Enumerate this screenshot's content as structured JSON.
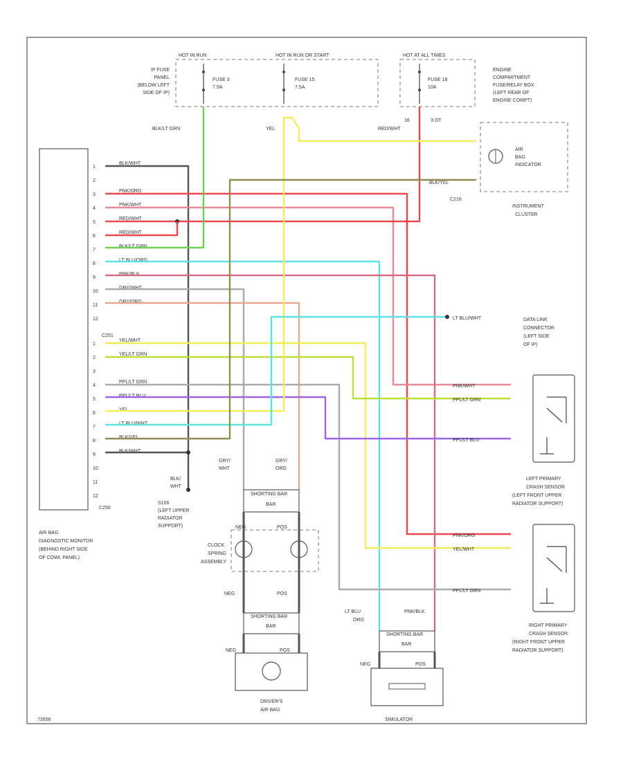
{
  "header": {
    "hot_in_run": "HOT IN RUN",
    "hot_in_run_start": "HOT IN RUN OR START",
    "hot_at_all_times": "HOT AT ALL TIMES"
  },
  "fuses": {
    "fuse3_name": "FUSE 3",
    "fuse3_amp": "7.5A",
    "fuse15_name": "FUSE 15",
    "fuse15_amp": "7.5A",
    "fuse18_name": "FUSE 18",
    "fuse18_amp": "10A"
  },
  "labels": {
    "ip_fuse_panel": [
      "IP FUSE",
      "PANEL",
      "(BELOW LEFT",
      "SIDE OF IP)"
    ],
    "engine_fuse_box": [
      "ENGINE",
      "COMPARTMENT",
      "FUSE/RELAY BOX",
      "(LEFT REAR OF",
      "ENGINE COMPT)"
    ],
    "air_bag_indicator": [
      "AIR",
      "BAG",
      "INDICATOR"
    ],
    "instrument_cluster": [
      "INSTRUMENT",
      "CLUSTER"
    ],
    "c216": "C216",
    "c251": "C251",
    "c250": "C250",
    "blk_lt_grn": "BLK/LT GRN",
    "yel": "YEL",
    "red_wht": "RED/WHT",
    "num_16": "16",
    "num_3_ot": "3 OT",
    "data_link": [
      "DATA LINK",
      "CONNECTOR",
      "(LEFT SIDE",
      "OF IP)"
    ],
    "lt_blu_wht": "LT BLU/WHT",
    "left_sensor": [
      "LEFT PRIMARY",
      "CRASH SENSOR",
      "(LEFT FRONT UPPER",
      "RADIATOR SUPPORT)"
    ],
    "right_sensor": [
      "RIGHT PRIMARY",
      "CRASH SENSOR",
      "(RIGHT FRONT UPPER",
      "RADIATOR SUPPORT)"
    ],
    "monitor": [
      "AIR BAG",
      "DIAGNOSTIC MONITOR",
      "(BEHIND RIGHT SIDE",
      "OF COWL PANEL)"
    ],
    "s106": [
      "S106",
      "(LEFT UPPER",
      "RADIATOR",
      "SUPPORT)"
    ],
    "blk_wht": [
      "BLK/",
      "WHT"
    ],
    "gry_wht": [
      "GRY/",
      "WHT"
    ],
    "gry_org": [
      "GRY/",
      "ORG"
    ],
    "clock_spring": [
      "CLOCK",
      "SPRING",
      "ASSEMBLY"
    ],
    "shorting_bar": "SHORTING BAR",
    "bar": "BAR",
    "ltblu_org": [
      "LT BLU",
      "ORG"
    ],
    "pnk_blk": "PNK/BLK",
    "drivers_airbag": [
      "DRIVER'S",
      "AIR BAG"
    ],
    "simulator": "SIMULATOR",
    "neg": "NEG",
    "pos": "POS",
    "footer_code": "72656"
  },
  "monitor_pins": {
    "c250_pins": [
      "1",
      "2",
      "3",
      "4",
      "5",
      "6",
      "7",
      "8",
      "9",
      "10",
      "11",
      "12"
    ],
    "c250_colors": [
      "BLK/WHT",
      "",
      "PNK/ORG",
      "PNK/WHT",
      "RED/WHT",
      "RED/WHT",
      "BLK/LT GRN",
      "LT BLU/ORG",
      "PNK/BLK",
      "GRY/WHT",
      "GRY/ORG",
      ""
    ],
    "c251_pins": [
      "1",
      "2",
      "3",
      "4",
      "5",
      "6",
      "7",
      "8",
      "9",
      "10",
      "11",
      "12"
    ],
    "c251_colors": [
      "YEL/WHT",
      "YEL/LT GRN",
      "",
      "PPL/LT GRN",
      "PPL/LT BLU",
      "YEL",
      "LT BLU/WHT",
      "BLK/YEL",
      "BLK/WHT",
      "",
      "",
      ""
    ]
  },
  "sensor_wires": {
    "left": [
      "PNK/WHT",
      "PPL/LT GRN",
      "PPL/LT BLU"
    ],
    "right": [
      "PNK/ORG",
      "YEL/WHT",
      "PPL/LT GRN"
    ],
    "cluster": [
      "YEL",
      "BLK/YEL"
    ]
  },
  "colors": {
    "red": "#f0454f",
    "pink": "#e58b9a",
    "pink_blk": "#d86a83",
    "yellow": "#f2ee5a",
    "yellow_green": "#b9e03a",
    "green": "#6fcf57",
    "cyan": "#5fe1e5",
    "purple": "#9a66e8",
    "olive": "#8d8d55",
    "gray": "#999999",
    "orange_gray": "#e8a890",
    "black": "#555555"
  }
}
